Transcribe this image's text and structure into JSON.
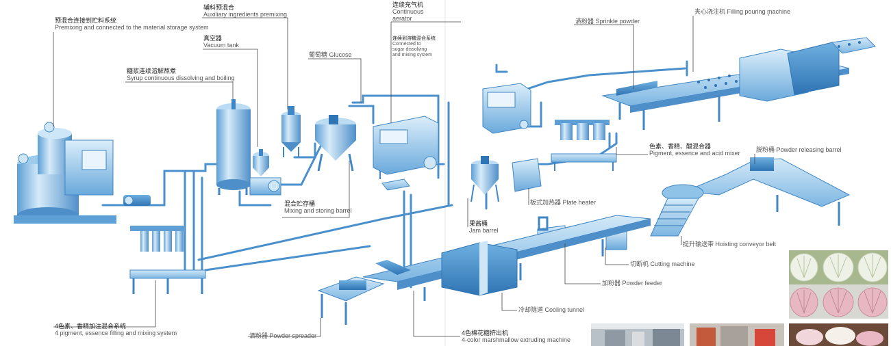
{
  "labels": [
    {
      "id": "premix",
      "zh": "预混合连接到贮料系统",
      "en": "Premixing and connected to the material storage system"
    },
    {
      "id": "aux",
      "zh": "辅料预混合",
      "en": "Auxiliary ingredients premixing"
    },
    {
      "id": "vacuum",
      "zh": "真空器",
      "en": "Vacuum tank"
    },
    {
      "id": "syrup",
      "zh": "糖浆连续溶解熬煮",
      "en": "Syrup continuous dissolving and boiling"
    },
    {
      "id": "glucose",
      "zh": "",
      "en": "葡萄糖 Glucose"
    },
    {
      "id": "aerator",
      "zh": "连续充气机",
      "en": "Continuous aerator"
    },
    {
      "id": "connsugar",
      "zh": "连续到溶糖混合系统",
      "en": "Connected to sugar dissolving and mixing system"
    },
    {
      "id": "mixstore",
      "zh": "混合贮存桶",
      "en": "Mixing and storing barrel"
    },
    {
      "id": "sprinkle",
      "zh": "",
      "en": "洒粉器 Sprinkle powder"
    },
    {
      "id": "filling",
      "zh": "",
      "en": "夹心浇注机 Filling pouring machine"
    },
    {
      "id": "pigment",
      "zh": "色素、香精、酸混合器",
      "en": "Pigment, essence and acid mixer"
    },
    {
      "id": "releasing",
      "zh": "",
      "en": "脱粉桶 Powder releasing barrel"
    },
    {
      "id": "plate",
      "zh": "",
      "en": "板式加热器 Plate heater"
    },
    {
      "id": "jam",
      "zh": "果酱桶",
      "en": "Jam barrel"
    },
    {
      "id": "hoisting",
      "zh": "",
      "en": "提升输送带 Hoisting conveyor belt"
    },
    {
      "id": "cutting",
      "zh": "",
      "en": "切断机 Cutting machine"
    },
    {
      "id": "feeder",
      "zh": "",
      "en": "加粉器 Powder feeder"
    },
    {
      "id": "cooling",
      "zh": "",
      "en": "冷却隧道 Cooling tunnel"
    },
    {
      "id": "pigment4",
      "zh": "4色素、香精加注混合系统",
      "en": "4 pigment, essence filling and mixing system"
    },
    {
      "id": "spreader",
      "zh": "",
      "en": "洒粉器 Powder spreader"
    },
    {
      "id": "extruder",
      "zh": "4色棉花糖挤出机",
      "en": "4-color marshmallow extruding machine"
    }
  ],
  "colors": {
    "machine_light": "#cfe6f6",
    "machine_mid": "#8fc3e8",
    "machine_dark": "#3f86c4",
    "pipe": "#4a90cc",
    "leader": "#444444"
  }
}
